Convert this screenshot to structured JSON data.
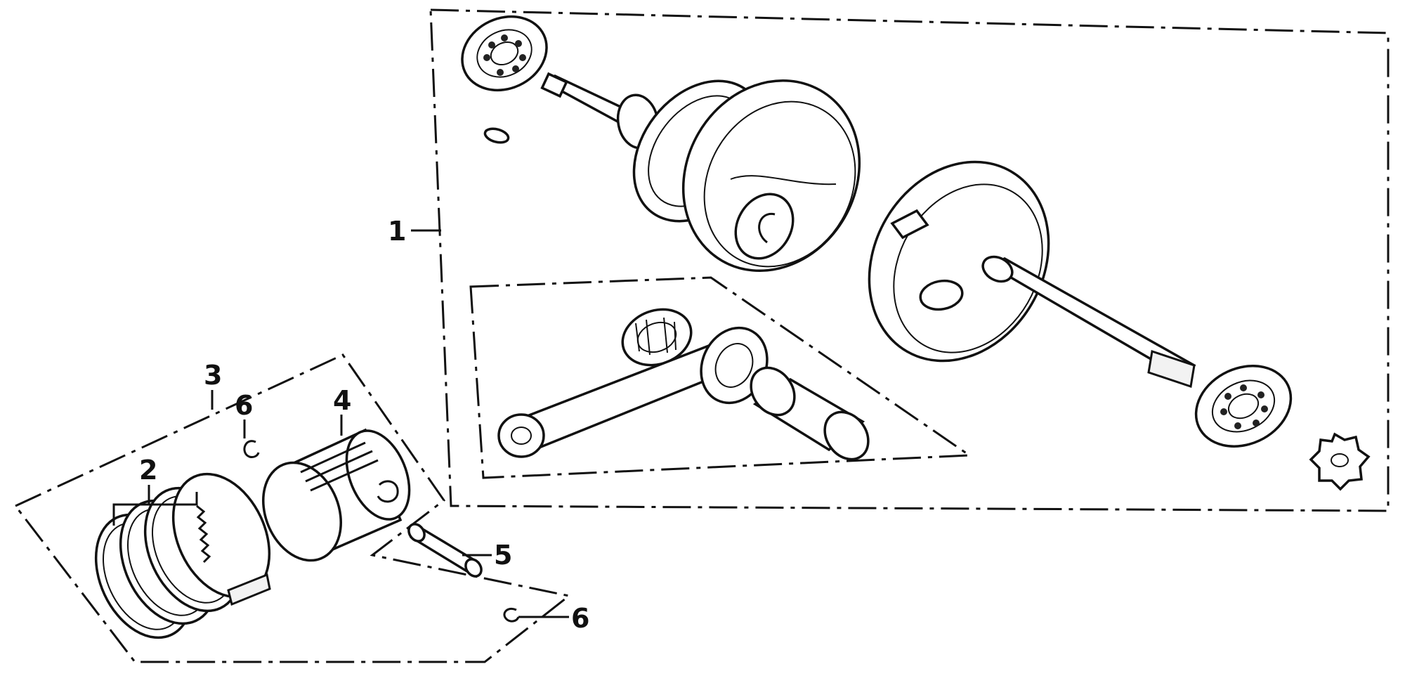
{
  "callouts": [
    {
      "id": "crankshaft-assembly",
      "label": "1"
    },
    {
      "id": "piston-ring-set",
      "label": "2"
    },
    {
      "id": "piston-kit",
      "label": "3"
    },
    {
      "id": "piston",
      "label": "4"
    },
    {
      "id": "piston-pin",
      "label": "5"
    },
    {
      "id": "piston-pin-clip-upper",
      "label": "6"
    },
    {
      "id": "piston-pin-clip-lower",
      "label": "6"
    }
  ]
}
